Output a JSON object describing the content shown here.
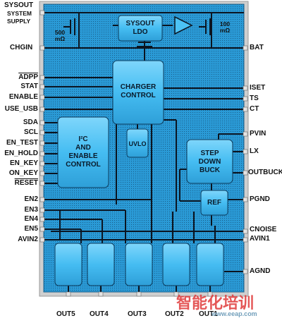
{
  "colors": {
    "chip": "#2aa3e0",
    "block": "#4cc3f5",
    "wire": "#0b1420",
    "pad": "#d8d8d8",
    "watermark": "#e03a3a"
  },
  "left_pins": {
    "sysout": "SYSOUT",
    "system": "SYSTEM",
    "supply": "SUPPLY",
    "chgin": "CHGIN",
    "adpp": "ADPP",
    "stat": "STAT",
    "enable": "ENABLE",
    "use_usb": "USE_USB",
    "sda": "SDA",
    "scl": "SCL",
    "en_test": "EN_TEST",
    "en_hold": "EN_HOLD",
    "en_key": "EN_KEY",
    "on_key": "ON_KEY",
    "reset": "RESET",
    "en2": "EN2",
    "en3": "EN3",
    "en4": "EN4",
    "en5": "EN5",
    "avin2": "AVIN2"
  },
  "right_pins": {
    "bat": "BAT",
    "iset": "ISET",
    "ts": "TS",
    "ct": "CT",
    "pvin": "PVIN",
    "lx": "LX",
    "outbuck": "OUTBUCK",
    "pgnd": "PGND",
    "cnoise": "CNOISE",
    "avin1": "AVIN1",
    "agnd": "AGND"
  },
  "bottom_pins": [
    "OUT5",
    "OUT4",
    "OUT3",
    "OUT2",
    "OUT1"
  ],
  "blocks": {
    "sysout_ldo": [
      "SYSOUT",
      "LDO"
    ],
    "charger_control": [
      "CHARGER",
      "CONTROL"
    ],
    "uvlo": "UVLO",
    "i2c_control": [
      "I²C",
      "AND",
      "ENABLE",
      "CONTROL"
    ],
    "step_down_buck": [
      "STEP",
      "DOWN",
      "BUCK"
    ],
    "ref": "REF"
  },
  "switches": {
    "left": [
      "500",
      "mΩ"
    ],
    "right": [
      "100",
      "mΩ"
    ]
  },
  "watermark": {
    "main": "智能化培训",
    "url": "www.eeap.com"
  }
}
